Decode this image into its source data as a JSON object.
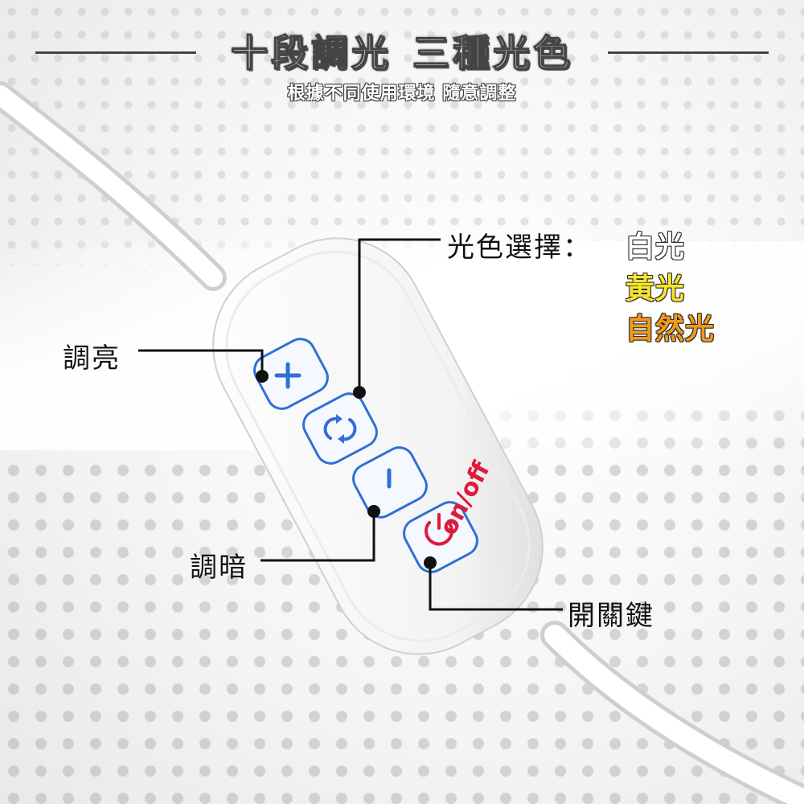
{
  "header": {
    "title_part1": "十段調光",
    "title_part2": "三種光色",
    "subtitle": "根據不同使用環境 隨意調整"
  },
  "callouts": {
    "brighten": "調亮",
    "dim": "調暗",
    "color_select": "光色選擇：",
    "power": "開關鍵"
  },
  "color_options": [
    {
      "label": "白光",
      "color": "#ffffff"
    },
    {
      "label": "黃光",
      "color": "#f6e52a"
    },
    {
      "label": "自然光",
      "color": "#f29a18"
    }
  ],
  "device": {
    "power_label": "on/off",
    "button_icons": [
      "plus-icon",
      "cycle-arrows-icon",
      "minus-icon",
      "power-icon"
    ],
    "button_color": "#2f6fd6",
    "power_color": "#e01a3a"
  }
}
